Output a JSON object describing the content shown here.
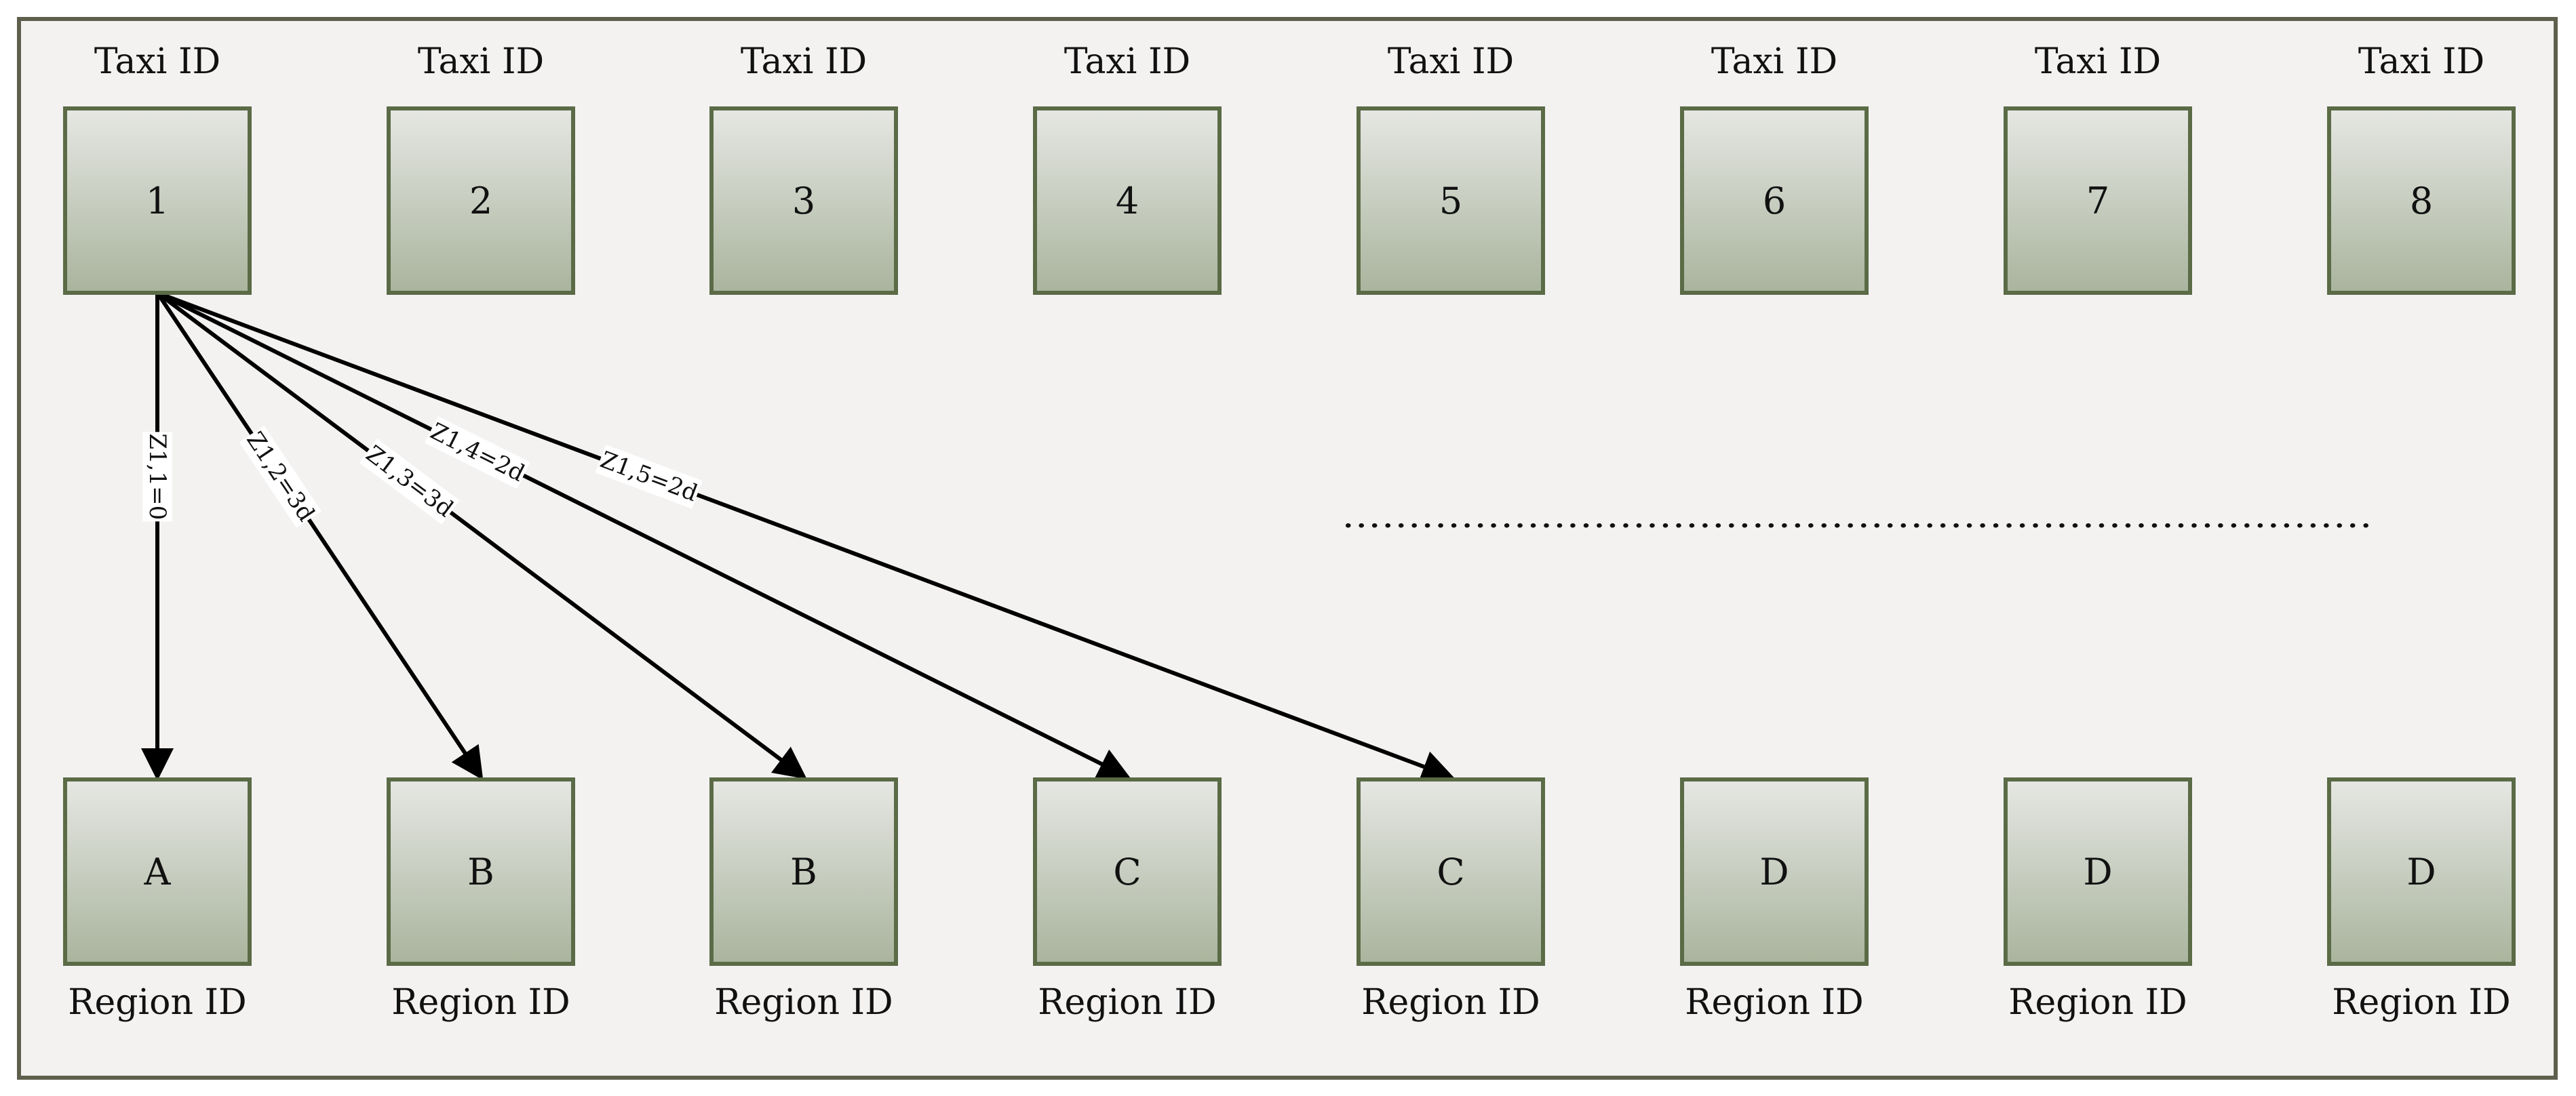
{
  "taxis": [
    {
      "label": "Taxi ID",
      "id": "1",
      "region": "A",
      "region_label": "Region ID"
    },
    {
      "label": "Taxi ID",
      "id": "2",
      "region": "B",
      "region_label": "Region ID"
    },
    {
      "label": "Taxi ID",
      "id": "3",
      "region": "B",
      "region_label": "Region ID"
    },
    {
      "label": "Taxi ID",
      "id": "4",
      "region": "C",
      "region_label": "Region ID"
    },
    {
      "label": "Taxi ID",
      "id": "5",
      "region": "C",
      "region_label": "Region ID"
    },
    {
      "label": "Taxi ID",
      "id": "6",
      "region": "D",
      "region_label": "Region ID"
    },
    {
      "label": "Taxi ID",
      "id": "7",
      "region": "D",
      "region_label": "Region ID"
    },
    {
      "label": "Taxi ID",
      "id": "8",
      "region": "D",
      "region_label": "Region ID"
    }
  ],
  "edges": [
    {
      "from": 0,
      "to": 0,
      "label": "Z1,1=0"
    },
    {
      "from": 0,
      "to": 1,
      "label": "Z1,2=3d"
    },
    {
      "from": 0,
      "to": 2,
      "label": "Z1,3=3d"
    },
    {
      "from": 0,
      "to": 3,
      "label": "Z1,4=2d"
    },
    {
      "from": 0,
      "to": 4,
      "label": "Z1,5=2d"
    }
  ],
  "ellipsis": "……………………………………………………………………",
  "colors": {
    "background": "#f3f2f1",
    "frame": "#5f5f4d",
    "box_stroke": "#5a6b46",
    "box_top": "#e6e7e3",
    "box_bottom": "#a9b49d"
  }
}
